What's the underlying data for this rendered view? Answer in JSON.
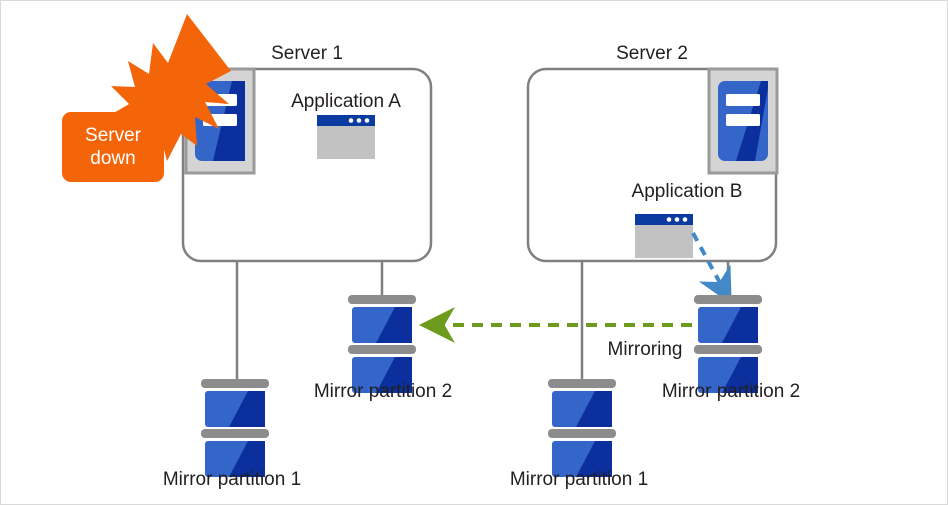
{
  "diagram": {
    "title": "Server mirroring failover diagram",
    "colors": {
      "server_box_border": "#808080",
      "rack_outer": "#d4d4d4",
      "rack_border": "#9a9a9a",
      "rack_blue_light": "#3465c8",
      "rack_blue_dark": "#0b2f9c",
      "app_titlebar": "#0b3aa0",
      "app_body": "#c2c2c2",
      "disk_band": "#8c8c8c",
      "disk_blue_light": "#3465c8",
      "disk_blue_dark": "#0b2f9c",
      "connector_line": "#808080",
      "mirror_arrow": "#6d9b1e",
      "app_arrow": "#4389c8",
      "badge_bg": "#f4650a",
      "burst": "#f4650a",
      "text": "#231f20",
      "frame": "#d9d9d9"
    },
    "alert": {
      "badge_line1": "Server",
      "badge_line2": "down",
      "burst_icon": "lightning-burst-icon"
    },
    "servers": [
      {
        "id": "server-1",
        "title": "Server 1",
        "rack_icon": "server-rack-icon",
        "application": {
          "label": "Application A",
          "icon": "app-window-icon",
          "active": false
        },
        "disks": [
          {
            "label": "Mirror partition 1",
            "icon": "disk-stack-icon"
          },
          {
            "label": "Mirror partition 2",
            "icon": "disk-stack-icon"
          }
        ]
      },
      {
        "id": "server-2",
        "title": "Server 2",
        "rack_icon": "server-rack-icon",
        "application": {
          "label": "Application B",
          "icon": "app-window-icon",
          "active": true
        },
        "disks": [
          {
            "label": "Mirror partition 1",
            "icon": "disk-stack-icon"
          },
          {
            "label": "Mirror partition 2",
            "icon": "disk-stack-icon"
          }
        ]
      }
    ],
    "connections": [
      {
        "id": "mirroring-link",
        "label": "Mirroring",
        "style": "dashed",
        "color": "#6d9b1e",
        "direction": "right-to-left",
        "from": "server-2 Mirror partition 2",
        "to": "server-1 Mirror partition 2"
      },
      {
        "id": "application-access-link",
        "label": "",
        "style": "dashed",
        "color": "#4389c8",
        "direction": "down-right",
        "from": "Application B",
        "to": "server-2 Mirror partition 2"
      }
    ]
  }
}
